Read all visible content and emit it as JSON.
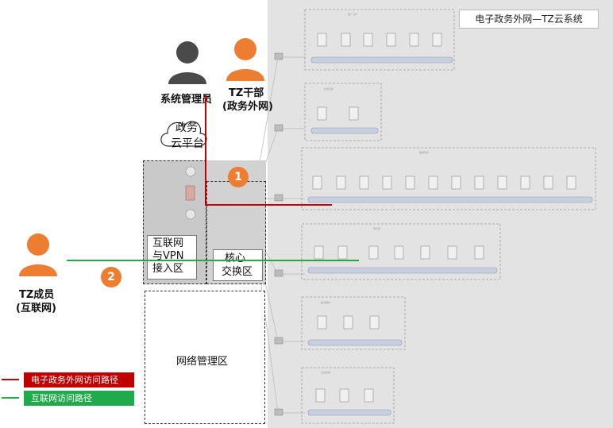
{
  "title": "电子政务外网—TZ云系统",
  "people": {
    "admin": "系统管理员",
    "cadre_line1": "TZ干部",
    "cadre_line2": "(政务外网)",
    "member_line1": "TZ成员",
    "member_line2": "(互联网)"
  },
  "cloud": {
    "line1": "政务",
    "line2": "云平台"
  },
  "zones": {
    "vpn_line1": "互联网",
    "vpn_line2": "与VPN",
    "vpn_line3": "接入区",
    "core_line1": "核心",
    "core_line2": "交换区",
    "mgmt": "网络管理区"
  },
  "badges": {
    "one": "1",
    "two": "2"
  },
  "legend": {
    "gov_path": "电子政务外网访问路径",
    "internet_path": "互联网访问路径"
  },
  "colors": {
    "gov_path": "#c00000",
    "internet_path": "#1faa4b",
    "person": "#ed7d31",
    "admin": "#4a4a4a"
  }
}
